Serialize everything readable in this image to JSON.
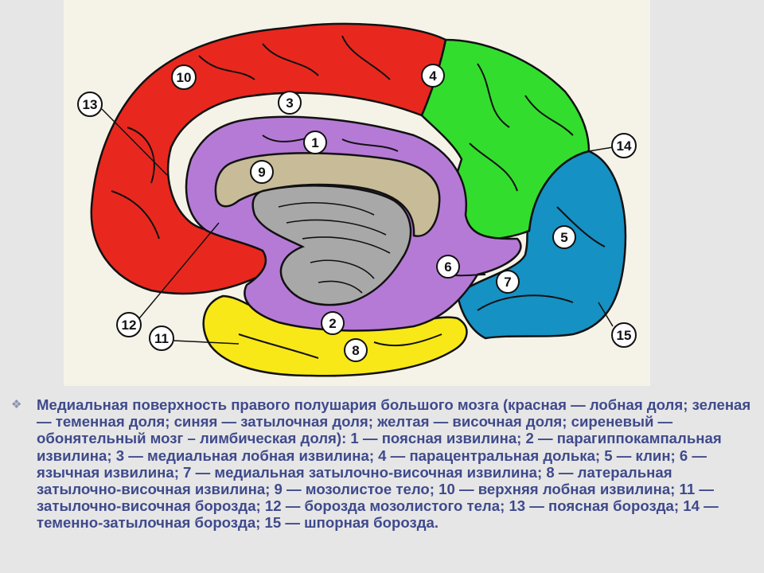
{
  "diagram": {
    "colors": {
      "frontal": "#e8281e",
      "parietal": "#33dd2e",
      "occipital": "#1591c4",
      "temporal": "#f8e818",
      "limbic": "#b57ad6",
      "corpus_callosum": "#c8bb98",
      "thalamus": "#a8a8a8",
      "background": "#f5f3e8"
    },
    "labels": [
      "1",
      "2",
      "3",
      "4",
      "5",
      "6",
      "7",
      "8",
      "9",
      "10",
      "11",
      "12",
      "13",
      "14",
      "15"
    ]
  },
  "caption": {
    "bullet": "❖",
    "text": "Медиальная поверхность правого полушария большого мозга (красная — лобная доля; зеленая — теменная доля; синяя — затылочная доля; желтая — височная доля; сиреневый — обонятельный мозг – лимбическая доля): 1 — поясная извилина; 2 — парагиппокампальная извилина; 3 — медиальная лобная извилина; 4 — парацентральная долька; 5 — клин; 6 — язычная извилина; 7 — медиальная затылочно-височная извилина; 8 — латеральная затылочно-височная извилина; 9 — мозолистое тело; 10 — верхняя лобная извилина; 11 — затылочно-височная борозда; 12 — борозда мозолистого тела; 13 — поясная борозда; 14 — теменно-затылочная борозда; 15 — шпорная борозда."
  }
}
